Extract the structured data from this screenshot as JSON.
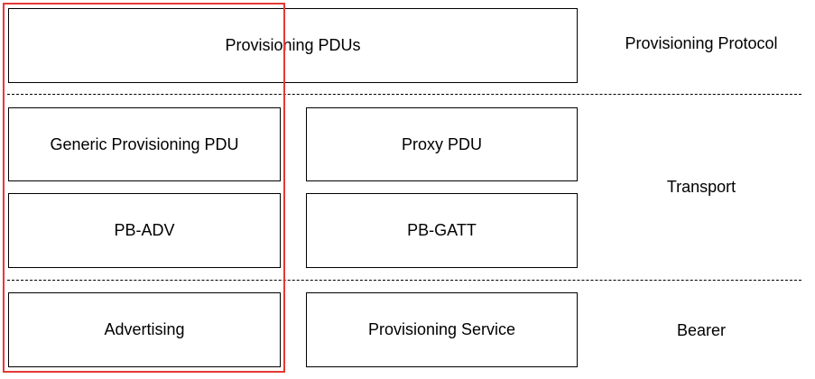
{
  "boxes": {
    "provisioning_pdus": "Provisioning PDUs",
    "generic_provisioning_pdu": "Generic Provisioning PDU",
    "proxy_pdu": "Proxy PDU",
    "pb_adv": "PB-ADV",
    "pb_gatt": "PB-GATT",
    "advertising": "Advertising",
    "provisioning_service": "Provisioning Service"
  },
  "layers": {
    "provisioning_protocol": "Provisioning Protocol",
    "transport": "Transport",
    "bearer": "Bearer"
  },
  "colors": {
    "highlight": "#e53935",
    "border": "#000000",
    "background": "#ffffff"
  }
}
